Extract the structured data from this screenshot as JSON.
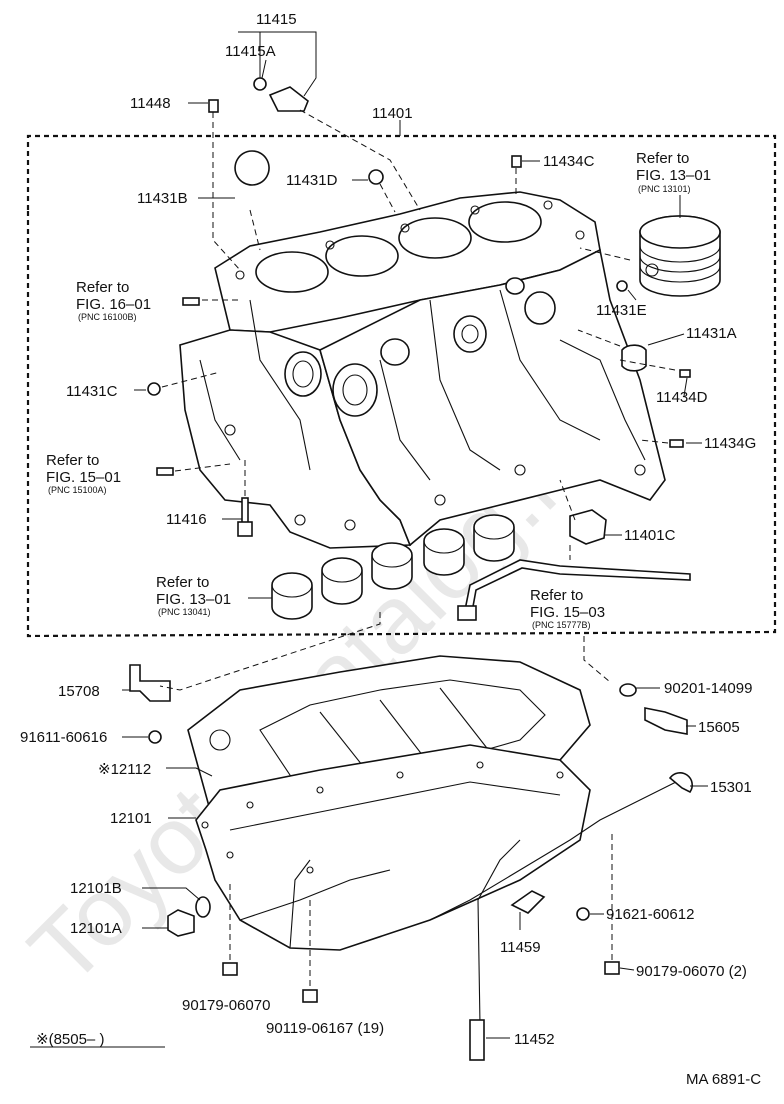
{
  "parts": {
    "p11415": "11415",
    "p11415A": "11415A",
    "p11448": "11448",
    "p11401": "11401",
    "p11431B": "11431B",
    "p11431D": "11431D",
    "p11434C": "11434C",
    "p11431E": "11431E",
    "p11431A": "11431A",
    "p11431C": "11431C",
    "p11434D": "11434D",
    "p11434G": "11434G",
    "p11416": "11416",
    "p11401C": "11401C",
    "p15708": "15708",
    "p91611": "91611-60616",
    "p90201": "90201-14099",
    "p15605": "15605",
    "p12112": "※12112",
    "p15301": "15301",
    "p12101": "12101",
    "p12101B": "12101B",
    "p12101A": "12101A",
    "p91621": "91621-60612",
    "p11459": "11459",
    "p90179a": "90179-06070",
    "p90179b": "90179-06070 (2)",
    "p90119": "90119-06167 (19)",
    "p11452": "11452"
  },
  "refs": {
    "r1": {
      "line1": "Refer to",
      "line2": "FIG. 13–01",
      "pnc": "(PNC 13101)"
    },
    "r2": {
      "line1": "Refer to",
      "line2": "FIG. 16–01",
      "pnc": "(PNC 16100B)"
    },
    "r3": {
      "line1": "Refer to",
      "line2": "FIG. 15–01",
      "pnc": "(PNC 15100A)"
    },
    "r4": {
      "line1": "Refer to",
      "line2": "FIG. 13–01",
      "pnc": "(PNC 13041)"
    },
    "r5": {
      "line1": "Refer to",
      "line2": "FIG. 15–03",
      "pnc": "(PNC 15777B)"
    }
  },
  "footnote": "※(8505–          )",
  "diagram_code": "MA 6891-C",
  "watermark": "Toyota-Catalog.ru"
}
